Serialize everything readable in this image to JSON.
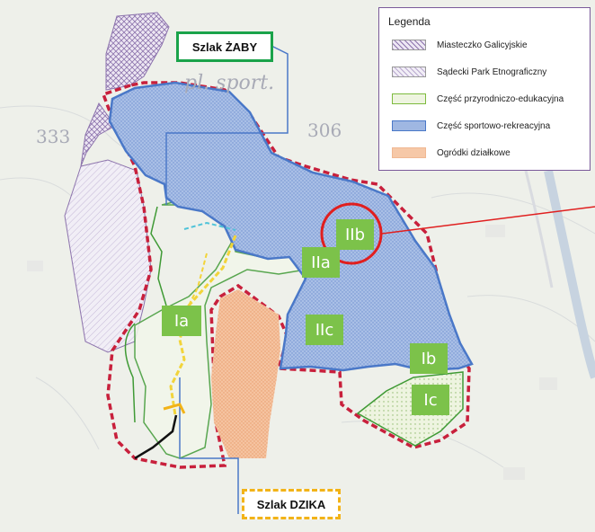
{
  "legend": {
    "title": "Legenda",
    "items": [
      {
        "label": "Miasteczko Galicyjskie",
        "color": "#d9d0e4",
        "pattern": "crosshatch"
      },
      {
        "label": "Sądecki Park Etnograficzny",
        "color": "#ece8f2",
        "pattern": "lines"
      },
      {
        "label": "Część przyrodniczo-edukacyjna",
        "color": "#e8f1d8",
        "pattern": "dots-green"
      },
      {
        "label": "Część sportowo-rekreacyjna",
        "color": "#9fb7e2",
        "pattern": "dots-blue"
      },
      {
        "label": "Ogródki działkowe",
        "color": "#f6c8a7",
        "pattern": "dots-orange"
      }
    ]
  },
  "trails": {
    "zaby": "Szlak ŻABY",
    "dzika": "Szlak DZIKA"
  },
  "zones": [
    "IIb",
    "IIa",
    "IIc",
    "Ia",
    "Ib",
    "Ic"
  ],
  "map_text": {
    "sport": "pl. sport.",
    "num_333": "333",
    "num_306": "306"
  },
  "colors": {
    "sport_zone": "#a9bfe6",
    "sport_border": "#4a78c8",
    "boundary": "#c8203c",
    "highlight_circle": "#e01f1f",
    "zone_label": "#7cc24a",
    "trail_zaby": "#1aa34a",
    "trail_dzika": "#f2b318"
  }
}
